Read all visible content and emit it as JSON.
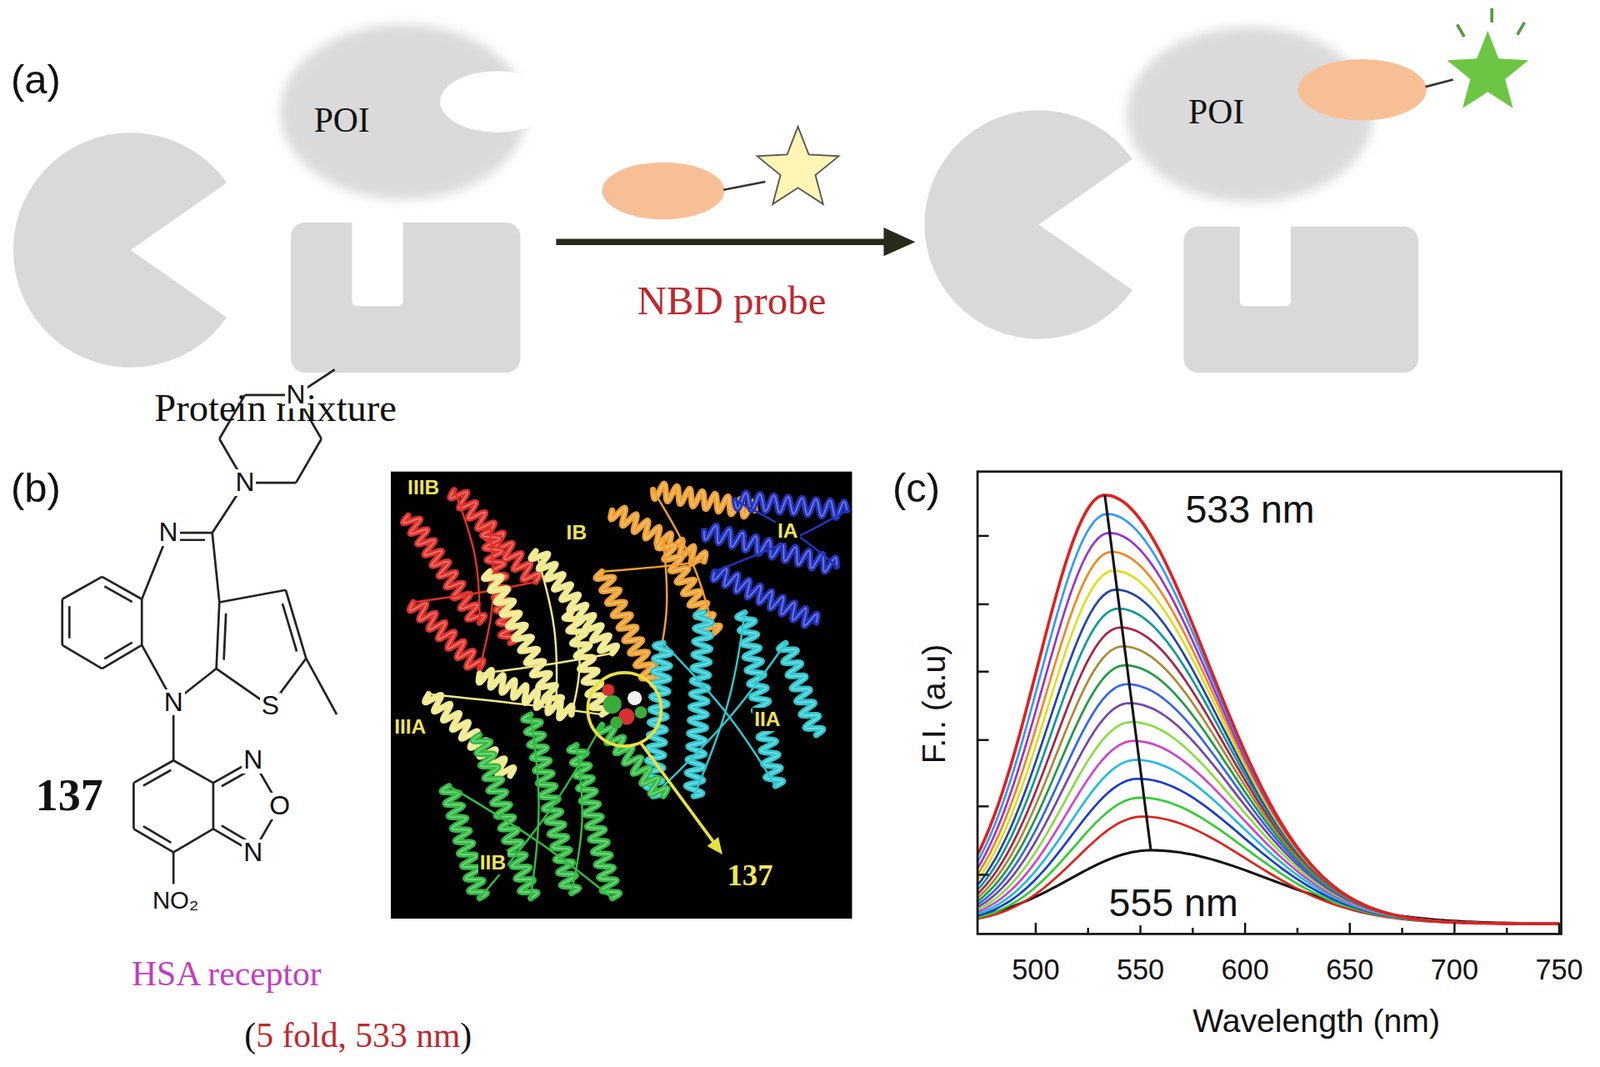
{
  "diagram": {
    "nodes": [
      {
        "text": [
          "POI"
        ]
      },
      {
        "text": [
          "POI"
        ]
      }
    ],
    "labels": [
      "(a)",
      "Protein mixture",
      "NBD probe",
      "(b)",
      "N",
      "N",
      "N",
      "S",
      "N",
      "N",
      "O",
      "N",
      "137",
      "NO₂",
      "HSA receptor",
      "(",
      "5 fold, 533 nm",
      ")",
      "IIIB",
      "IB",
      "IA",
      "IIIA",
      "IIA",
      "IIB",
      "137",
      "(c)",
      "533 nm",
      "555 nm",
      "F.I. (a.u)",
      "500",
      "550",
      "600",
      "650",
      "700",
      "750",
      "Wavelength (nm)"
    ]
  }
}
